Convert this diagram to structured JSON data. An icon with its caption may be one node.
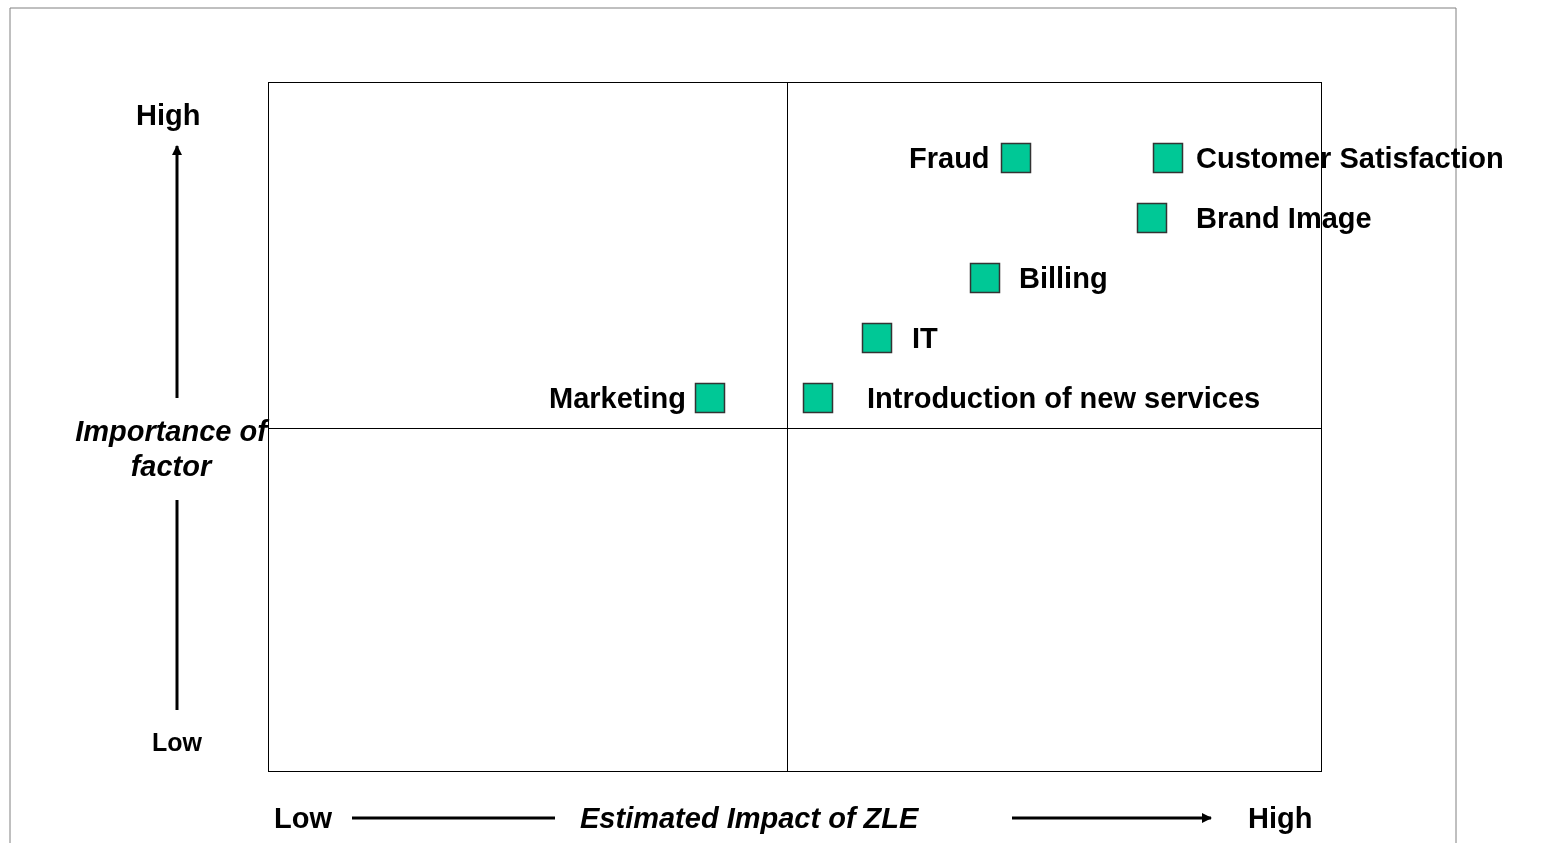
{
  "diagram": {
    "labels": [
      "High",
      "Fraud",
      "Customer Satisfaction",
      "Brand Image",
      "Billing",
      "IT",
      "Marketing",
      "Introduction of new services",
      "Importance of factor",
      "Low",
      "Low",
      "Estimated Impact of ZLE",
      "High"
    ]
  }
}
